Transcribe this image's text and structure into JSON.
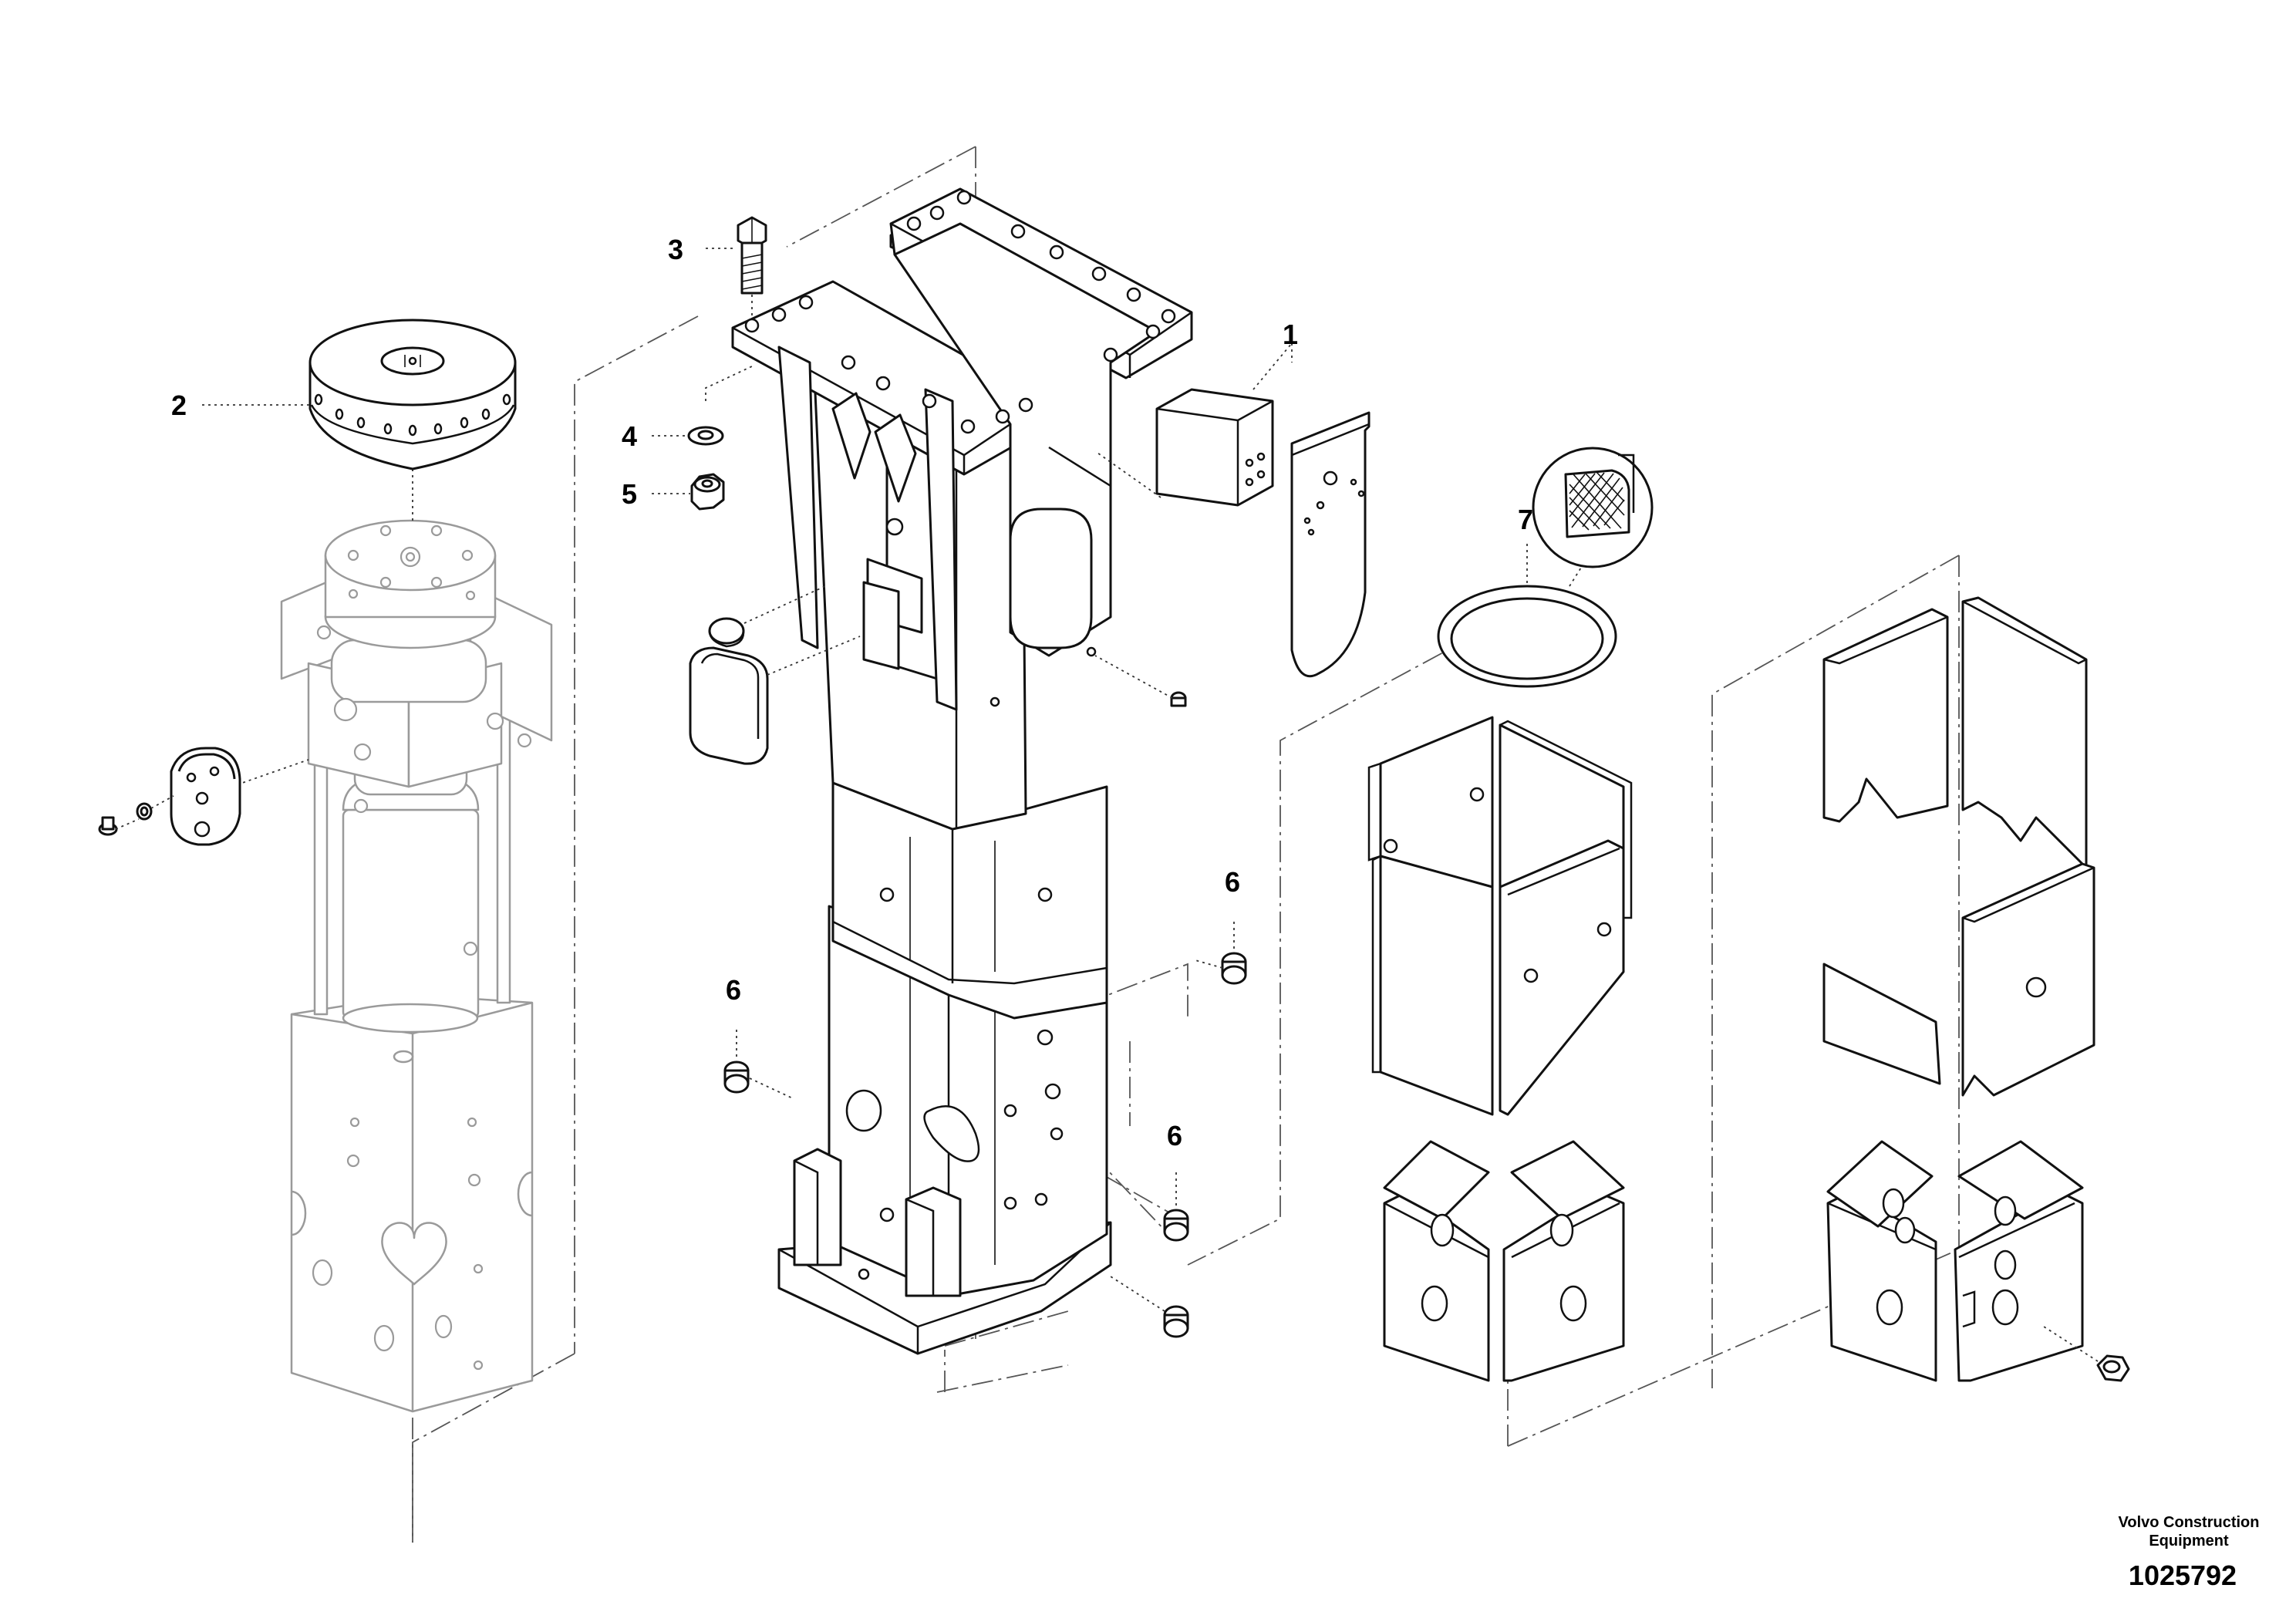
{
  "callouts": {
    "c1": "1",
    "c2": "2",
    "c3": "3",
    "c4": "4",
    "c5": "5",
    "c6a": "6",
    "c6b": "6",
    "c6c": "6",
    "c7": "7"
  },
  "footer": {
    "company_line1": "Volvo Construction",
    "company_line2": "Equipment",
    "drawing_number": "1025792"
  },
  "colors": {
    "outline": "#111111",
    "ghost_outline": "#9a9a9a",
    "background": "#ffffff"
  }
}
